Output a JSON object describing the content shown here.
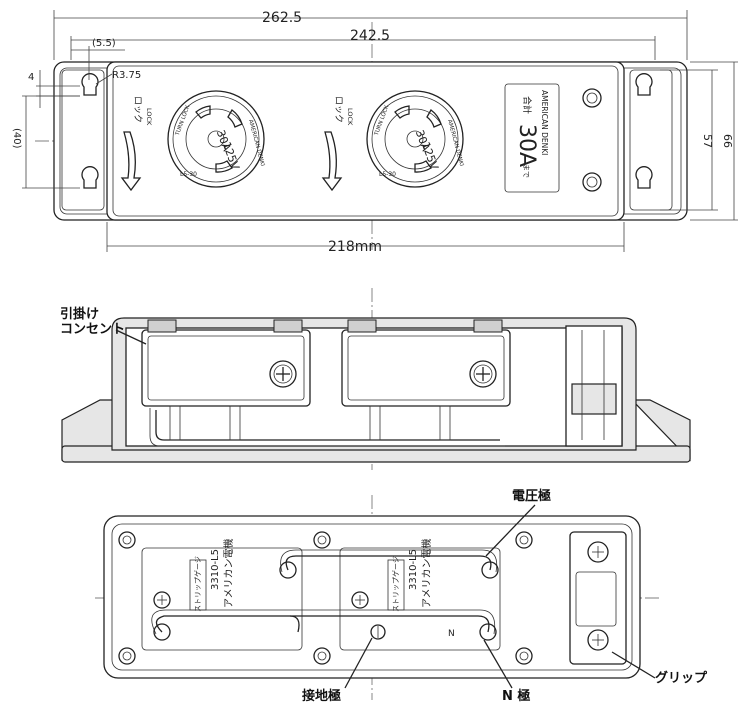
{
  "top_view": {
    "dim_overall": "262.5",
    "dim_mount": "242.5",
    "dim_offset": "(5.5)",
    "dim_radius": "R3.75",
    "dim_hole_offset": "4",
    "dim_hole_pitch": "(40)",
    "dim_inner_height": "57",
    "dim_outer_height": "66",
    "dim_body_width": "218mm",
    "lock_label_jp": "ロック",
    "lock_label_en": "LOCK",
    "receptacle_amp": "30A",
    "receptacle_volt": "125V",
    "receptacle_model": "L5-30",
    "receptacle_ring": "TURN LOCK",
    "receptacle_ring_b": "AMERICAN DENKI",
    "rating_prefix": "合計",
    "rating_value": "30A",
    "rating_suffix": "まで",
    "brand": "AMERICAN DENKI"
  },
  "side_view": {
    "callout_receptacle": "引掛け\nコンセント"
  },
  "bottom_view": {
    "callout_voltage": "電圧極",
    "callout_ground": "接地極",
    "callout_neutral": "N 極",
    "callout_grip": "グリップ",
    "module_model": "3310-L5",
    "module_maker": "アメリカン電機",
    "module_strip": "ストリップゲージ",
    "module_mark_n": "N"
  }
}
